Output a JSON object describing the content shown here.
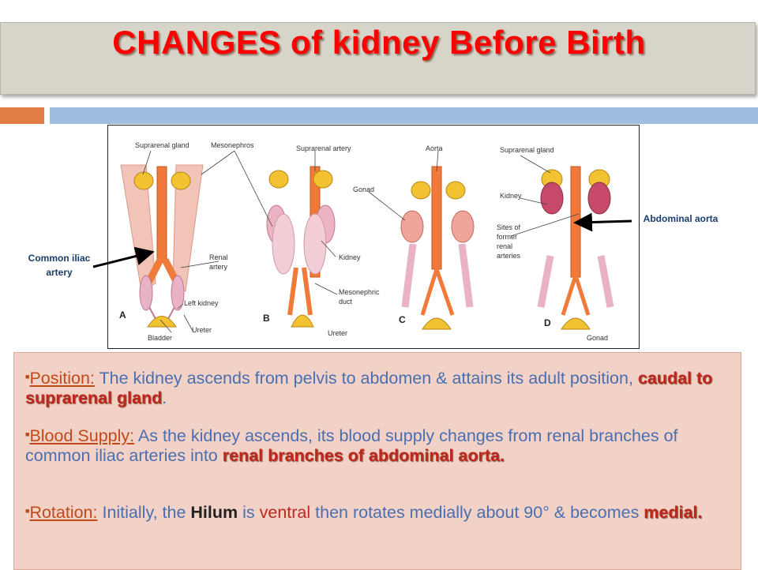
{
  "title": "CHANGES of kidney Before Birth",
  "labels": {
    "suprarenal_gland": "Suprarenal gland",
    "mesonephros": "Mesonephros",
    "suprarenal_artery": "Suprarenal artery",
    "aorta": "Aorta",
    "suprarenal_gland_2": "Suprarenal gland",
    "gonad": "Gonad",
    "kidney_d": "Kidney",
    "sites_former": "Sites of former renal arteries",
    "renal_artery": "Renal artery",
    "kidney": "Kidney",
    "mesonephric_duct": "Mesonephric duct",
    "left_kidney": "Left kidney",
    "bladder": "Bladder",
    "ureter": "Ureter",
    "ureter_2": "Ureter",
    "gonad_2": "Gonad",
    "panel_a": "A",
    "panel_b": "B",
    "panel_c": "C",
    "panel_d": "D"
  },
  "annotations": {
    "common_iliac_line1": "Common iliac",
    "common_iliac_line2": "artery",
    "abdominal_aorta": "Abdominal aorta"
  },
  "points": [
    {
      "heading": "Position:",
      "text": " The kidney ascends from pelvis to abdomen & attains its adult position, ",
      "emphasis": "caudal to suprarenal gland",
      "tail": "."
    },
    {
      "heading": "Blood Supply:",
      "text": " As the kidney ascends, its blood supply changes from renal branches of common iliac arteries into ",
      "emphasis": "renal branches of abdominal aorta."
    },
    {
      "heading": "Rotation:",
      "text1": " Initially,  the ",
      "hilum": "Hilum",
      "text2": " is ",
      "ventral": "ventral",
      "text3": " then rotates medially about 90° & becomes ",
      "emphasis": "medial."
    }
  ],
  "colors": {
    "title_red": "#ff0000",
    "text_blue": "#4a6fb0",
    "heading_orange": "#c24a18",
    "emphasis_red": "#c0261d",
    "content_bg": "#f2d1c6"
  }
}
